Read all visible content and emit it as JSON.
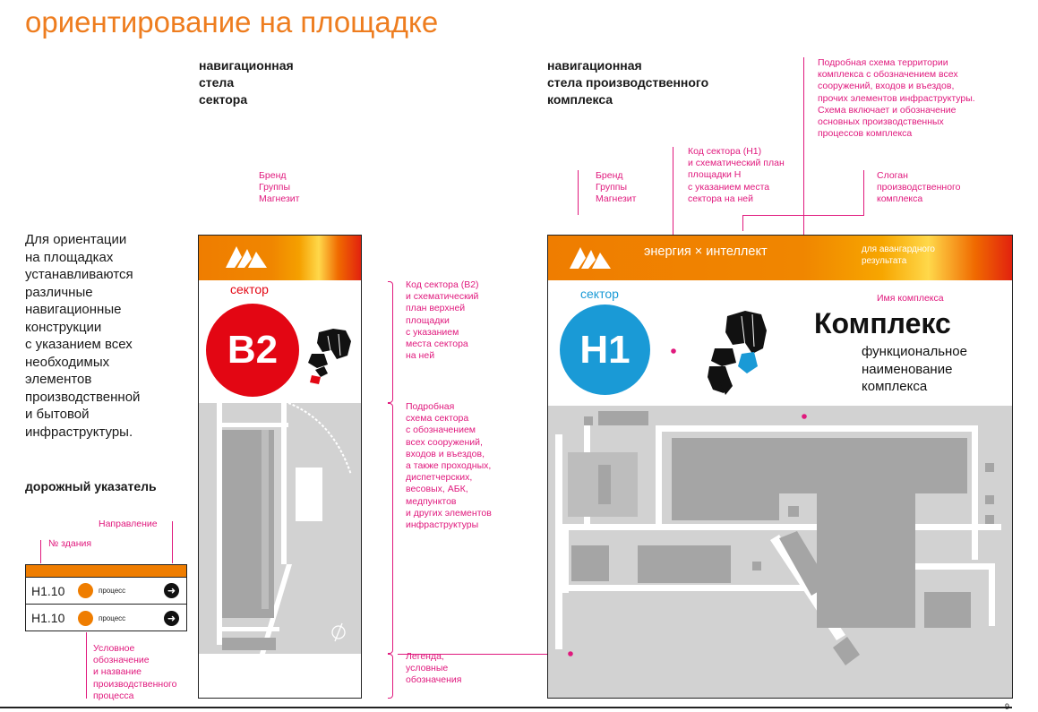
{
  "page": {
    "title": "ориентирование на площадке",
    "intro": "Для ориентации\nна площадках\nустанавливаются\nразличные\nнавигационные\nконструкции\nс указанием всех\nнеобходимых\nэлементов\nпроизводственной\nи бытовой\nинфраструктуры.",
    "page_number": "9"
  },
  "sector_stela": {
    "heading": "навигационная\nстела\nсектора",
    "brand_note": "Бренд\nГруппы\nМагнезит",
    "sector_label": "сектор",
    "sector_code": "В2",
    "note_code": "Код сектора (В2)\nи схематический\nплан верхней\nплощадки\nс указанием\nместа сектора\nна ней",
    "note_scheme": "Подробная\nсхема сектора\nс обозначением\nвсех сооружений,\nвходов и въездов,\nа также проходных,\nдиспетчерских,\nвесовых, АБК,\nмедпунктов\nи других элементов\nинфраструктуры",
    "note_legend": "Легенда,\nусловные\nобозначения",
    "colors": {
      "code_circle": "#e30613",
      "band_start": "#ef7d00",
      "band_end": "#e2220e"
    }
  },
  "complex_stela": {
    "heading": "навигационная\nстела производственного\nкомплекса",
    "brand_note": "Бренд\nГруппы\nМагнезит",
    "code_note": "Код сектора (Н1)\nи схематический план\nплощадки Н\nс указанием места\nсектора на ней",
    "territory_note": "Подробная схема территории\nкомплекса с обозначением всех\nсооружений, входов и въездов,\nпрочих элементов инфраструктуры.\nСхема включает и обозначение\nосновных производственных\nпроцессов комплекса",
    "slogan_note": "Слоган\nпроизводственного\nкомплекса",
    "slogan": "энергия × интеллект",
    "slogan_sub": "для авангардного\nрезультата",
    "sector_label": "сектор",
    "sector_code": "Н1",
    "name_note": "Имя комплекса",
    "complex_name": "Комплекс",
    "function_name": "функциональное\nнаименование\nкомплекса",
    "colors": {
      "code_circle": "#1a9ad6"
    }
  },
  "road_sign": {
    "heading": "дорожный указатель",
    "direction_note": "Направление",
    "building_note": "№ здания",
    "process_note": "Условное\nобозначение\nи название\nпроизводственного\nпроцесса",
    "rows": [
      {
        "building": "Н1.10",
        "process": "процесс",
        "arrow_icon": "arrow-right-icon"
      },
      {
        "building": "Н1.10",
        "process": "процесс",
        "arrow_icon": "arrow-right-icon"
      }
    ],
    "colors": {
      "band": "#ef7d00",
      "dot": "#ef7d00"
    }
  }
}
